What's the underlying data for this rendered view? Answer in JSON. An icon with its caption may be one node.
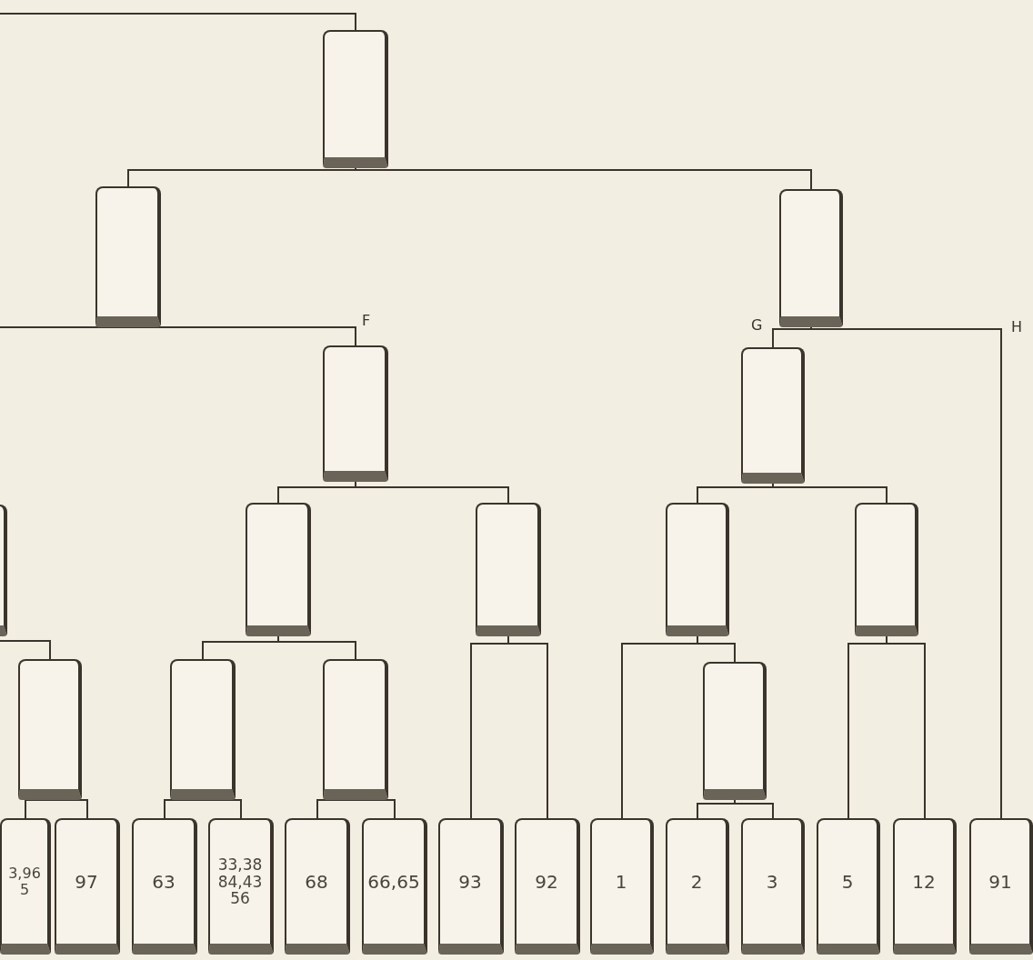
{
  "diagram": {
    "nodes": [
      {
        "text": [],
        "shape": "box"
      },
      {
        "text": [],
        "shape": "box"
      },
      {
        "text": [],
        "shape": "box"
      },
      {
        "text": [],
        "shape": "box"
      },
      {
        "text": [],
        "shape": "box"
      },
      {
        "text": [],
        "shape": "box"
      },
      {
        "text": [],
        "shape": "box"
      },
      {
        "text": [],
        "shape": "box"
      },
      {
        "text": [],
        "shape": "box"
      },
      {
        "text": [],
        "shape": "box"
      },
      {
        "text": [],
        "shape": "box"
      },
      {
        "text": [],
        "shape": "box"
      },
      {
        "text": [],
        "shape": "box"
      },
      {
        "text": [],
        "shape": "box"
      },
      {
        "text": [
          "3,96 5"
        ]
      },
      {
        "text": [
          "97"
        ]
      },
      {
        "text": [
          "63"
        ]
      },
      {
        "text": [
          "33,38 84,43 56"
        ]
      },
      {
        "text": [
          "68"
        ]
      },
      {
        "text": [
          "66,65"
        ]
      },
      {
        "text": [
          "93"
        ]
      },
      {
        "text": [
          "92"
        ]
      },
      {
        "text": [
          "1"
        ]
      },
      {
        "text": [
          "2"
        ]
      },
      {
        "text": [
          "3"
        ]
      },
      {
        "text": [
          "5"
        ]
      },
      {
        "text": [
          "12"
        ]
      },
      {
        "text": [
          "91"
        ]
      }
    ],
    "edges": [
      {
        "from": null,
        "to": 0,
        "arrow": "none"
      },
      {
        "from": 0,
        "to": 1,
        "arrow": "none"
      },
      {
        "from": 0,
        "to": 2,
        "arrow": "none"
      },
      {
        "from": 1,
        "to": 4,
        "arrow": "none"
      },
      {
        "from": 1,
        "to": 3,
        "arrow": "none"
      },
      {
        "from": 2,
        "to": 5,
        "arrow": "none"
      },
      {
        "from": 2,
        "to": 27,
        "arrow": "none"
      },
      {
        "from": 3,
        "to": 6,
        "arrow": "none"
      },
      {
        "from": 3,
        "to": 7,
        "arrow": "none"
      },
      {
        "from": 5,
        "to": 8,
        "arrow": "none"
      },
      {
        "from": 5,
        "to": 9,
        "arrow": "none"
      },
      {
        "from": 4,
        "to": 10,
        "arrow": "none"
      },
      {
        "from": 6,
        "to": 11,
        "arrow": "none"
      },
      {
        "from": 6,
        "to": 12,
        "arrow": "none"
      },
      {
        "from": 8,
        "to": 13,
        "arrow": "none"
      },
      {
        "from": 10,
        "to": 14,
        "arrow": "none"
      },
      {
        "from": 10,
        "to": 15,
        "arrow": "none"
      },
      {
        "from": 11,
        "to": 16,
        "arrow": "none"
      },
      {
        "from": 11,
        "to": 17,
        "arrow": "none"
      },
      {
        "from": 12,
        "to": 18,
        "arrow": "none"
      },
      {
        "from": 12,
        "to": 19,
        "arrow": "none"
      },
      {
        "from": 7,
        "to": 20,
        "arrow": "none"
      },
      {
        "from": 7,
        "to": 21,
        "arrow": "none"
      },
      {
        "from": 8,
        "to": 22,
        "arrow": "none"
      },
      {
        "from": 13,
        "to": 23,
        "arrow": "none"
      },
      {
        "from": 13,
        "to": 24,
        "arrow": "none"
      },
      {
        "from": 9,
        "to": 25,
        "arrow": "none"
      },
      {
        "from": 9,
        "to": 26,
        "arrow": "none"
      }
    ],
    "labels": [
      "F",
      "G",
      "H"
    ]
  }
}
